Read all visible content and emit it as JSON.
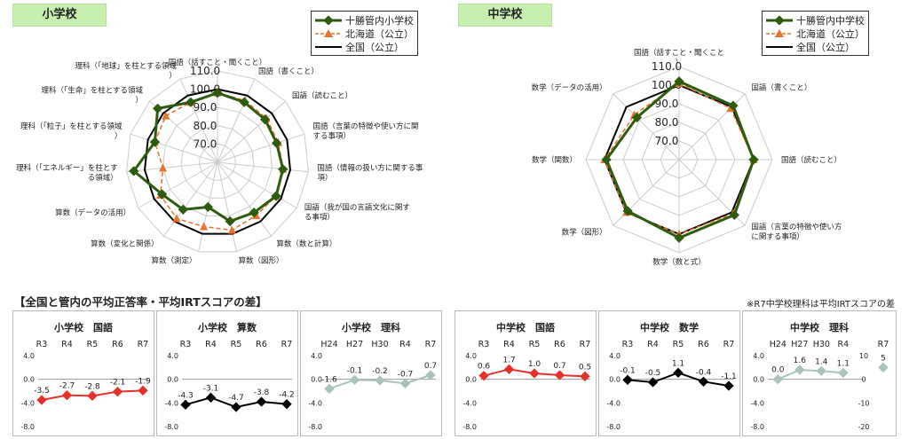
{
  "elementary_tag": "小学校",
  "middle_tag": "中学校",
  "legend_elem": [
    "十勝管内小学校",
    "北海道（公立）",
    "全国（公立）"
  ],
  "legend_mid": [
    "十勝管内中学校",
    "北海道（公立）",
    "全国（公立）"
  ],
  "section_title": "【全国と管内の平均正答率・平均IRTスコアの差】",
  "note": "※R7中学校理科は平均IRTスコアの差",
  "colors": {
    "kanai": "#2e5c0e",
    "hokkaido": "#e8722b",
    "zenkoku": "#000000",
    "grid": "#cccccc"
  },
  "chart_data": [
    {
      "type": "radar",
      "title": "",
      "ticks": [
        "70.0",
        "80.0",
        "90.0",
        "100.0",
        "110.0"
      ],
      "range": [
        60,
        110
      ],
      "categories": [
        "国語（話すこと・聞くこと）",
        "国語（書くこと）",
        "国語（読むこと）",
        "国語（言葉の特徴や使い方に関する事項）",
        "国語（情報の扱い方に関する事項）",
        "国語（我が国の言語文化に関する事項）",
        "算数（数と計算）",
        "算数（図形）",
        "算数（測定）",
        "算数（変化と関係）",
        "算数（データの活用）",
        "理科（「エネルギー」を柱とする領域）",
        "理科（「粒子」を柱とする領域）",
        "理科（「生命」を柱とする領域）",
        "理科（「地球」を柱とする領域）"
      ],
      "series": [
        {
          "name": "十勝管内小学校",
          "values": [
            98,
            96,
            95,
            94,
            96,
            97,
            94,
            93,
            85,
            92,
            95,
            106,
            96,
            104,
            96
          ]
        },
        {
          "name": "北海道（公立）",
          "values": [
            98,
            97,
            96,
            95,
            96,
            97,
            96,
            98,
            96,
            98,
            96,
            90,
            96,
            98,
            96
          ]
        },
        {
          "name": "全国（公立）",
          "values": [
            100,
            100,
            100,
            100,
            100,
            100,
            100,
            100,
            100,
            100,
            100,
            100,
            100,
            100,
            100
          ]
        }
      ]
    },
    {
      "type": "radar",
      "title": "",
      "ticks": [
        "70.0",
        "80.0",
        "90.0",
        "100.0",
        "110.0"
      ],
      "range": [
        60,
        110
      ],
      "categories": [
        "国語（話すこと・聞くこと）",
        "国語（書くこと）",
        "国語（読むこと）",
        "国語（言葉の特徴や使い方に関する事項）",
        "数学（数と式）",
        "数学（図形）",
        "数学（関数）",
        "数学（データの活用）"
      ],
      "series": [
        {
          "name": "十勝管内中学校",
          "values": [
            102,
            101,
            100,
            102,
            102,
            99,
            99,
            92
          ]
        },
        {
          "name": "北海道（公立）",
          "values": [
            101,
            99,
            100,
            101,
            100,
            100,
            100,
            94
          ]
        },
        {
          "name": "全国（公立）",
          "values": [
            100,
            100,
            100,
            100,
            100,
            100,
            100,
            100
          ]
        }
      ]
    },
    {
      "type": "line",
      "title": "小学校　国語",
      "x": [
        "R3",
        "R4",
        "R5",
        "R6",
        "R7"
      ],
      "values": [
        -3.5,
        -2.7,
        -2.8,
        -2.1,
        -1.9
      ],
      "labels": [
        "-3.5",
        "-2.7",
        "-2.8",
        "-2.1",
        "-1.9"
      ],
      "ylim": [
        -8,
        4
      ],
      "ticks": [
        "4.0",
        "0.0",
        "-4.0",
        "-8.0"
      ],
      "color": "#e8302a"
    },
    {
      "type": "line",
      "title": "小学校　算数",
      "x": [
        "R3",
        "R4",
        "R5",
        "R6",
        "R7"
      ],
      "values": [
        -4.3,
        -3.1,
        -4.7,
        -3.8,
        -4.2
      ],
      "labels": [
        "-4.3",
        "-3.1",
        "-4.7",
        "-3.8",
        "-4.2"
      ],
      "ylim": [
        -8,
        4
      ],
      "ticks": [
        "4.0",
        "0.0",
        "-4.0",
        "-8.0"
      ],
      "color": "#000000"
    },
    {
      "type": "line",
      "title": "小学校　理科",
      "x": [
        "H24",
        "H27",
        "H30",
        "R4",
        "R7"
      ],
      "values": [
        -1.6,
        -0.1,
        -0.2,
        -0.7,
        0.7
      ],
      "labels": [
        "-1.6",
        "-0.1",
        "-0.2",
        "-0.7",
        "0.7"
      ],
      "ylim": [
        -8,
        4
      ],
      "ticks": [
        "4.0",
        "0.0",
        "-4.0",
        "-8.0"
      ],
      "color": "#a9c4b6"
    },
    {
      "type": "line",
      "title": "中学校　国語",
      "x": [
        "R3",
        "R4",
        "R5",
        "R6",
        "R7"
      ],
      "values": [
        0.6,
        1.7,
        1.0,
        0.7,
        0.5
      ],
      "labels": [
        "0.6",
        "1.7",
        "1.0",
        "0.7",
        "0.5"
      ],
      "ylim": [
        -8,
        4
      ],
      "ticks": [
        "4.0",
        "0.0",
        "-4.0",
        "-8.0"
      ],
      "color": "#e8302a"
    },
    {
      "type": "line",
      "title": "中学校　数学",
      "x": [
        "R3",
        "R4",
        "R5",
        "R6",
        "R7"
      ],
      "values": [
        -0.1,
        -0.5,
        1.1,
        -0.4,
        -1.1
      ],
      "labels": [
        "-0.1",
        "-0.5",
        "1.1",
        "-0.4",
        "-1.1"
      ],
      "ylim": [
        -8,
        4
      ],
      "ticks": [
        "4.0",
        "0.0",
        "-4.0",
        "-8.0"
      ],
      "color": "#000000"
    },
    {
      "type": "line",
      "title": "中学校　理科",
      "x": [
        "H24",
        "H27",
        "H30",
        "R4"
      ],
      "values": [
        0.0,
        1.6,
        1.4,
        1.1
      ],
      "labels": [
        "0.0",
        "1.6",
        "1.4",
        "1.1"
      ],
      "ylim": [
        -8,
        4
      ],
      "ticks": [
        "4.0",
        "0.0",
        "-4.0",
        "-8.0"
      ],
      "color": "#a9c4b6",
      "secondary": {
        "x": "R7",
        "value": 5,
        "label": "5",
        "ylim": [
          -20,
          10
        ],
        "ticks": [
          "10",
          "0",
          "-10",
          "-20"
        ]
      }
    }
  ]
}
